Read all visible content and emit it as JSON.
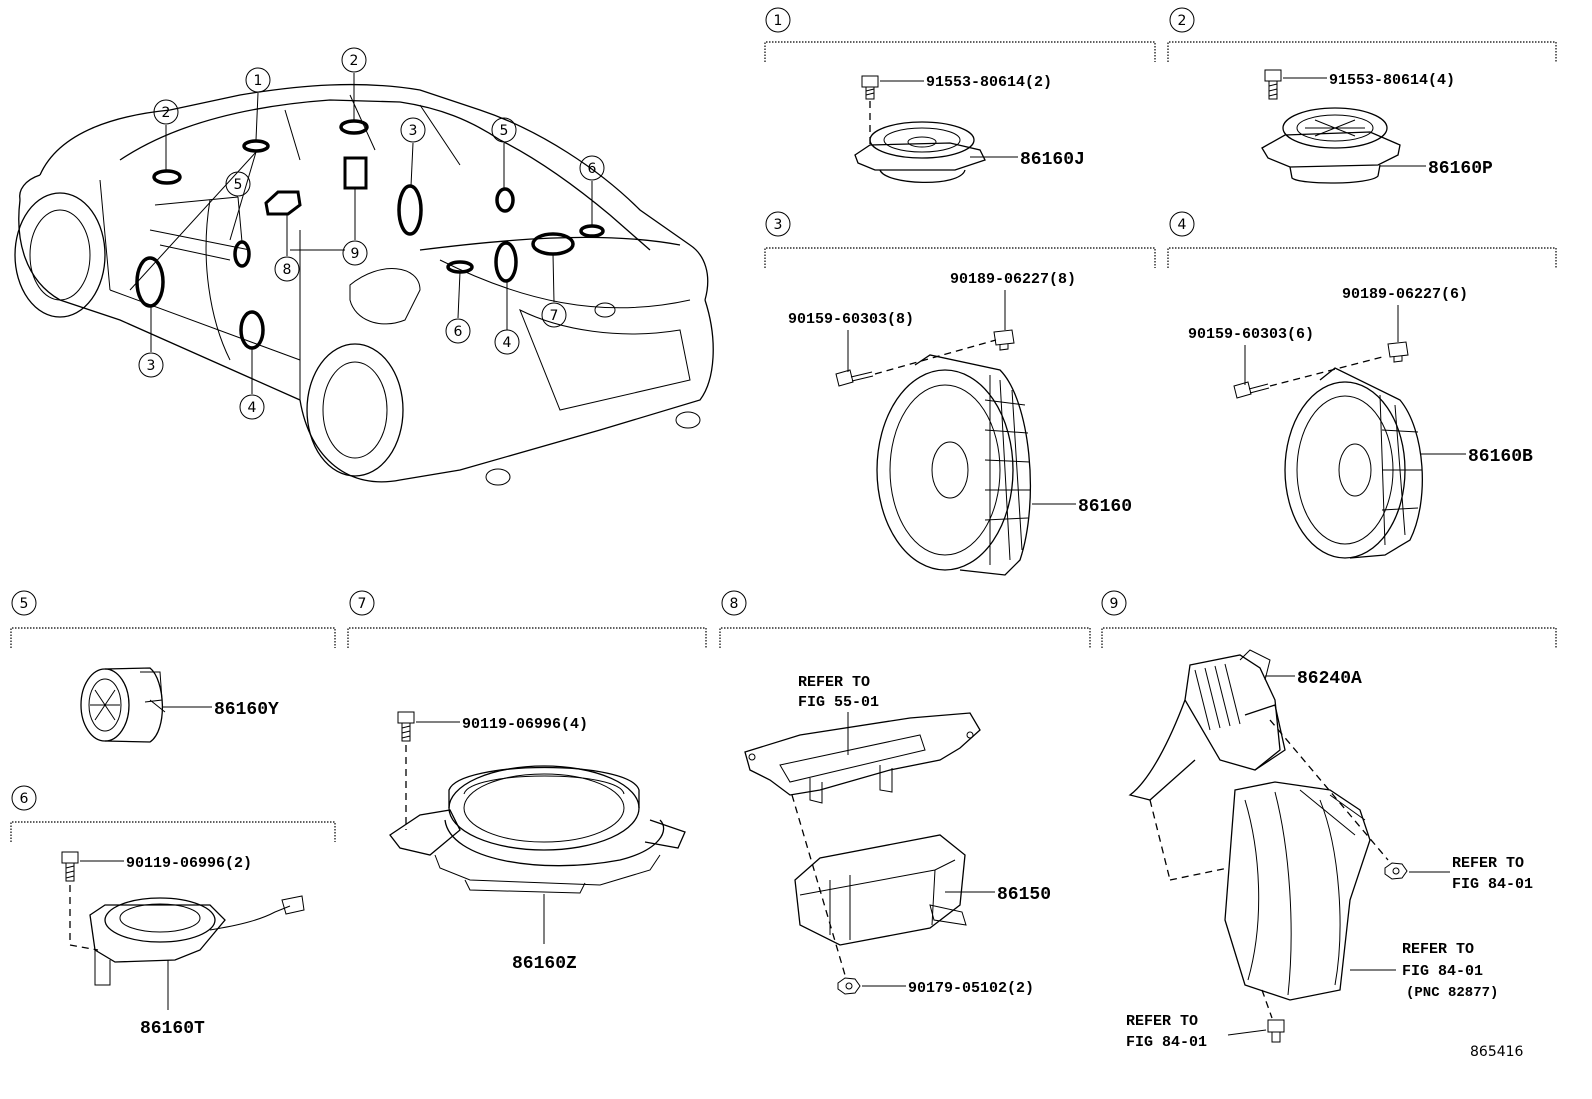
{
  "diagram_id": "865416",
  "vehicle_callouts": [
    "1",
    "2",
    "3",
    "4",
    "5",
    "6",
    "7",
    "8",
    "9"
  ],
  "sections": [
    {
      "id": "1",
      "parts": [
        "91553-80614(2)",
        "86160J"
      ]
    },
    {
      "id": "2",
      "parts": [
        "91553-80614(4)",
        "86160P"
      ]
    },
    {
      "id": "3",
      "parts": [
        "90189-06227(8)",
        "90159-60303(8)",
        "86160"
      ]
    },
    {
      "id": "4",
      "parts": [
        "90189-06227(6)",
        "90159-60303(6)",
        "86160B"
      ]
    },
    {
      "id": "5",
      "parts": [
        "86160Y"
      ]
    },
    {
      "id": "6",
      "parts": [
        "90119-06996(2)",
        "86160T"
      ]
    },
    {
      "id": "7",
      "parts": [
        "90119-06996(4)",
        "86160Z"
      ]
    },
    {
      "id": "8",
      "parts": [
        "86150",
        "90179-05102(2)"
      ],
      "refer_line1": "REFER TO",
      "refer_line2": "FIG 55-01"
    },
    {
      "id": "9",
      "parts": [
        "86240A"
      ],
      "refer_a_line1": "REFER TO",
      "refer_a_line2": "FIG 84-01",
      "refer_b_line1": "REFER TO",
      "refer_b_line2": "FIG 84-01",
      "refer_b_pnc": "(PNC 82877)",
      "refer_c_line1": "REFER TO",
      "refer_c_line2": "FIG 84-01"
    }
  ]
}
